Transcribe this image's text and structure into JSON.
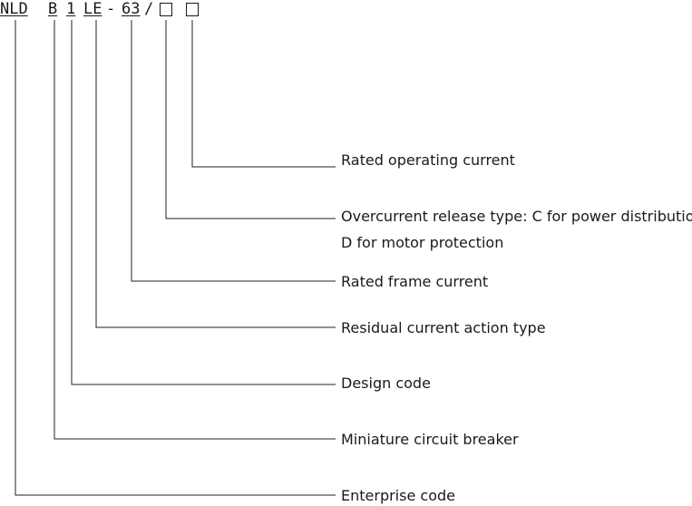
{
  "model_code": {
    "parts": [
      "NLD",
      "B",
      "1",
      "LE",
      "-",
      "63",
      "/"
    ],
    "blank_count": 2
  },
  "labels": [
    "Rated operating current",
    "Overcurrent release type: C for power distribution,",
    "D for motor protection",
    "Rated frame current",
    "Residual current action type",
    "Design code",
    "Miniature circuit breaker",
    "Enterprise code"
  ]
}
